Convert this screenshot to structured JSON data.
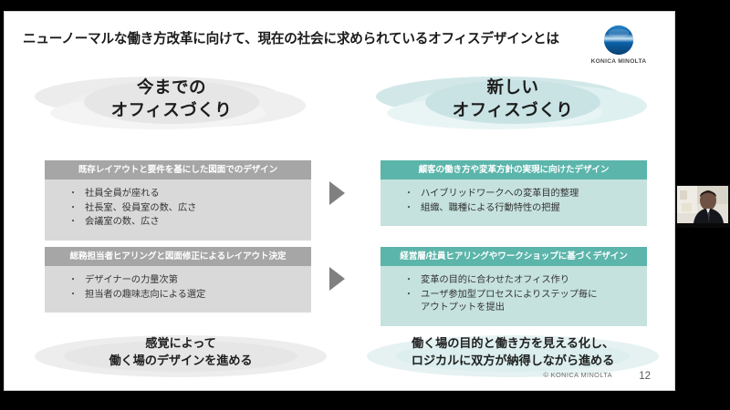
{
  "slide": {
    "title": "ニューノーマルな働き方改革に向けて、現在の社会に求められているオフィスデザインとは",
    "logo": {
      "name": "konica-minolta-logo",
      "wordmark": "KONICA MINOLTA",
      "globe_color": "#0b5fa5"
    },
    "columns": [
      {
        "id": "current",
        "heading_line1": "今までの",
        "heading_line2": "オフィスづくり",
        "accent_color": "#a6a6a6",
        "body_color": "#d9d9d9",
        "bubble_color": "#e8e8e8",
        "panels": [
          {
            "header": "既存レイアウトと要件を基にした図面でのデザイン",
            "bullets": [
              {
                "text": "社員全員が座れる"
              },
              {
                "text": "社長室、役員室の数、広さ"
              },
              {
                "text": "会議室の数、広さ"
              }
            ]
          },
          {
            "header": "総務担当者ヒアリングと図面修正によるレイアウト決定",
            "bullets": [
              {
                "text": "デザイナーの力量次第"
              },
              {
                "text": "担当者の趣味志向による選定"
              }
            ]
          }
        ],
        "conclusion_line1": "感覚によって",
        "conclusion_line2": "働く場のデザインを進める"
      },
      {
        "id": "new",
        "heading_line1": "新しい",
        "heading_line2": "オフィスづくり",
        "accent_color": "#5bb5ab",
        "body_color": "#c5e2de",
        "bubble_color": "#cfe6e6",
        "panels": [
          {
            "header": "顧客の働き方や変革方針の実現に向けたデザイン",
            "bullets": [
              {
                "text": "ハイブリッドワークへの変革目的整理"
              },
              {
                "text": "組織、職種による行動特性の把握"
              }
            ]
          },
          {
            "header": "経営層/社員ヒアリングやワークショップに基づくデザイン",
            "bullets": [
              {
                "text": "変革の目的に合わせたオフィス作り"
              },
              {
                "text": "ユーザ参加型プロセスによりステップ毎に",
                "sub": "アウトプットを提出"
              }
            ]
          }
        ],
        "conclusion_line1": "働く場の目的と働き方を見える化し、",
        "conclusion_line2": "ロジカルに双方が納得しながら進める"
      }
    ],
    "arrows": [
      {
        "name": "flow-arrow-1"
      },
      {
        "name": "flow-arrow-2"
      }
    ],
    "footer": {
      "copyright": "© KONICA MINOLTA",
      "page_number": "12"
    }
  },
  "webcam": {
    "name": "presenter-video-thumbnail",
    "present": true
  }
}
